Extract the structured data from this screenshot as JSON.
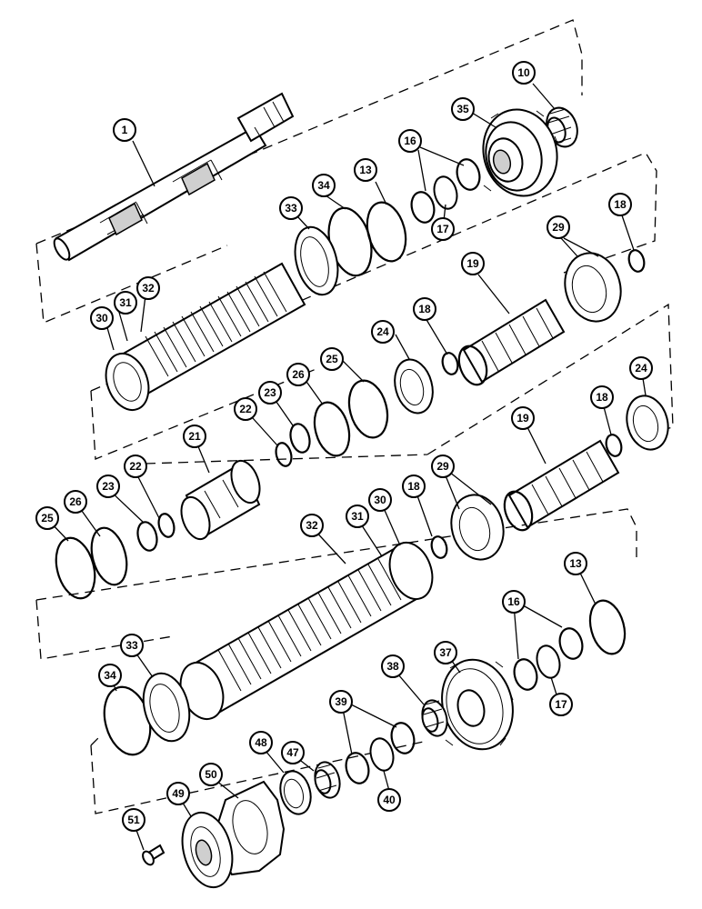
{
  "callouts": {
    "c1": "1",
    "c10": "10",
    "c35": "35",
    "c16a": "16",
    "c13a": "13",
    "c34a": "34",
    "c33a": "33",
    "c17a": "17",
    "c18a": "18",
    "c29a": "29",
    "c19a": "19",
    "c30a": "30",
    "c31a": "31",
    "c32a": "32",
    "c24a": "24",
    "c18b": "18",
    "c25a": "25",
    "c26a": "26",
    "c23a": "23",
    "c22a": "22",
    "c21": "21",
    "c18c": "18",
    "c24b": "24",
    "c19b": "19",
    "c29b": "29",
    "c22b": "22",
    "c23b": "23",
    "c26b": "26",
    "c25b": "25",
    "c18d": "18",
    "c30b": "30",
    "c31b": "31",
    "c32b": "32",
    "c13b": "13",
    "c16b": "16",
    "c17b": "17",
    "c34b": "34",
    "c33b": "33",
    "c37": "37",
    "c38": "38",
    "c39": "39",
    "c47": "47",
    "c48": "48",
    "c40": "40",
    "c49": "49",
    "c50": "50",
    "c51": "51"
  }
}
